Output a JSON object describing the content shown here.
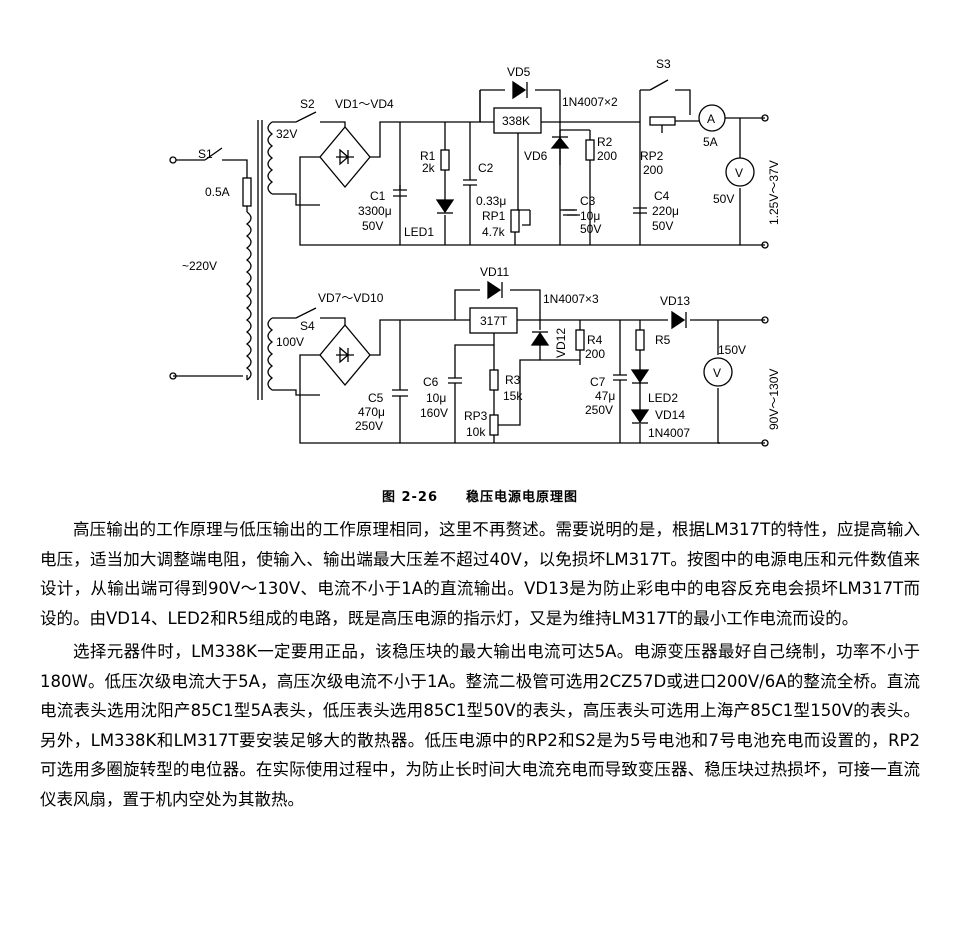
{
  "labels": {
    "S1": "S1",
    "fuse": "0.5A",
    "mains": "~220V",
    "S2": "S2",
    "bridge1": "VD1～VD4",
    "sec1": "32V",
    "C1": "C1",
    "C1v": "3300μ",
    "C1u": "50V",
    "R1": "R1",
    "R1v": "2k",
    "LED1": "LED1",
    "VD5": "VD5",
    "diodeNote1": "1N4007×2",
    "reg1": "338K",
    "C2": "C2",
    "C2v": "0.33μ",
    "VD6": "VD6",
    "R2": "R2",
    "R2v": "200",
    "RP1": "RP1",
    "RP1v": "4.7k",
    "C3": "C3",
    "C3v": "10μ",
    "C3u": "50V",
    "S3": "S3",
    "RP2": "RP2",
    "RP2v": "200",
    "C4": "C4",
    "C4v": "220μ",
    "C4u": "50V",
    "ammeter": "A",
    "ammeterRange": "5A",
    "volt1": "V",
    "volt1Range": "50V",
    "out1": "1.25V～37V",
    "S4": "S4",
    "bridge2": "VD7～VD10",
    "sec2": "100V",
    "C5": "C5",
    "C5v": "470μ",
    "C5u": "250V",
    "VD11": "VD11",
    "diodeNote2": "1N4007×3",
    "reg2": "317T",
    "C6": "C6",
    "C6v": "10μ",
    "C6u": "160V",
    "R3": "R3",
    "R3v": "15k",
    "RP3": "RP3",
    "RP3v": "10k",
    "VD12": "VD12",
    "R4": "R4",
    "R4v": "200",
    "C7": "C7",
    "C7v": "47μ",
    "C7u": "250V",
    "R5": "R5",
    "LED2": "LED2",
    "VD14": "VD14",
    "VD14t": "1N4007",
    "VD13": "VD13",
    "volt2": "V",
    "volt2Range": "150V",
    "out2": "90V～130V"
  },
  "caption": {
    "number": "图 2-26",
    "title": "稳压电源电原理图"
  },
  "paragraphs": [
    "高压输出的工作原理与低压输出的工作原理相同，这里不再赘述。需要说明的是，根据LM317T的特性，应提高输入电压，适当加大调整端电阻，使输入、输出端最大压差不超过40V，以免损坏LM317T。按图中的电源电压和元件数值来设计，从输出端可得到90V～130V、电流不小于1A的直流输出。VD13是为防止彩电中的电容反充电会损坏LM317T而设的。由VD14、LED2和R5组成的电路，既是高压电源的指示灯，又是为维持LM317T的最小工作电流而设的。",
    "选择元器件时，LM338K一定要用正品，该稳压块的最大输出电流可达5A。电源变压器最好自己绕制，功率不小于180W。低压次级电流大于5A，高压次级电流不小于1A。整流二极管可选用2CZ57D或进口200V/6A的整流全桥。直流电流表头选用沈阳产85C1型5A表头，低压表头选用85C1型50V的表头，高压表头可选用上海产85C1型150V的表头。另外，LM338K和LM317T要安装足够大的散热器。低压电源中的RP2和S2是为5号电池和7号电池充电而设置的，RP2可选用多圈旋转型的电位器。在实际使用过程中，为防止长时间大电流充电而导致变压器、稳压块过热损坏，可接一直流仪表风扇，置于机内空处为其散热。"
  ]
}
